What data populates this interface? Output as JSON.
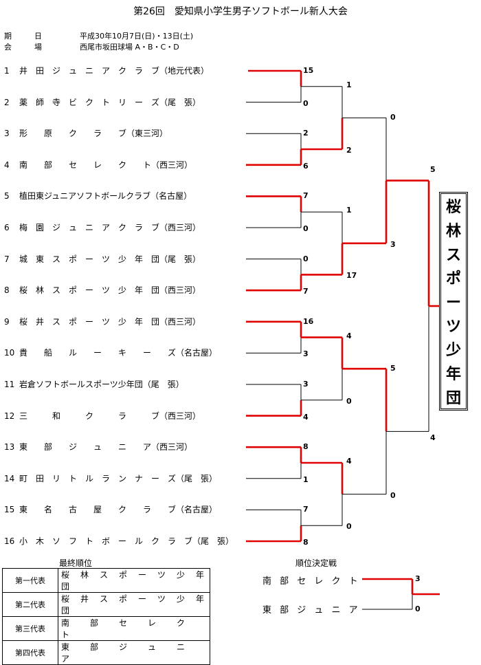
{
  "title": "第26回　愛知県小学生男子ソフトボール新人大会",
  "meta": [
    {
      "label": "期　　　日",
      "value": "平成30年10月7日(日)・13日(土)"
    },
    {
      "label": "会　　　場",
      "value": "西尾市坂田球場 A・B・C・D"
    }
  ],
  "teams": [
    {
      "num": "1",
      "name": "井　田　ジ　ュ　ニ　ア　ク　ラ　ブ（地元代表）"
    },
    {
      "num": "2",
      "name": "薬　師　寺　ビ　ク　ト　リ　ー　ズ（尾　張）"
    },
    {
      "num": "3",
      "name": "形　　原　　ク　　ラ　　ブ（東三河）"
    },
    {
      "num": "4",
      "name": "南　　部　　セ　　レ　　ク　　ト（西三河）"
    },
    {
      "num": "5",
      "name": "植田東ジュニアソフトボールクラブ（名古屋）"
    },
    {
      "num": "6",
      "name": "梅　園　ジ　ュ　ニ　ア　ク　ラ　ブ（西三河）"
    },
    {
      "num": "7",
      "name": "城　東　ス　ポ　ー　ツ　少　年　団（尾　張）"
    },
    {
      "num": "8",
      "name": "桜　林　ス　ポ　ー　ツ　少　年　団（西三河）"
    },
    {
      "num": "9",
      "name": "桜　井　ス　ポ　ー　ツ　少　年　団（西三河）"
    },
    {
      "num": "10",
      "name": "貴　　船　　ル　　ー　　キ　　ー　　ズ（名古屋）"
    },
    {
      "num": "11",
      "name": "岩倉ソフトボールスポーツ少年団（尾　張）"
    },
    {
      "num": "12",
      "name": "三　　　和　　　ク　　　ラ　　　ブ（西三河）"
    },
    {
      "num": "13",
      "name": "東　　部　　ジ　　ュ　　ニ　　ア（西三河）"
    },
    {
      "num": "14",
      "name": "町　田　リ　ト　ル　ラ　ン　ナ　ー　ズ（尾　張）"
    },
    {
      "num": "15",
      "name": "東　　名　　古　　屋　　ク　　ラ　　ブ（名古屋）"
    },
    {
      "num": "16",
      "name": "小　木　ソ　フ　ト　ボ　ー　ル　ク　ラ　ブ（尾　張）"
    }
  ],
  "round1_scores": [
    "15",
    "0",
    "2",
    "6",
    "7",
    "0",
    "0",
    "7",
    "16",
    "3",
    "3",
    "4",
    "8",
    "1",
    "7",
    "8"
  ],
  "round2_scores": [
    "1",
    "2",
    "1",
    "17",
    "4",
    "0",
    "4",
    "0"
  ],
  "round3_scores": [
    "0",
    "3",
    "5",
    "0"
  ],
  "round4_scores": [
    "5",
    "4"
  ],
  "champion": [
    "桜",
    "林",
    "ス",
    "ポ",
    "ー",
    "ツ",
    "少",
    "年",
    "団"
  ],
  "final_title": "最終順位",
  "final_rankings": [
    {
      "rank": "第一代表",
      "team": "桜　林　ス　ポ　ー　ツ　少　年　団"
    },
    {
      "rank": "第二代表",
      "team": "桜　井　ス　ポ　ー　ツ　少　年　団"
    },
    {
      "rank": "第三代表",
      "team": "南　　部　　セ　　レ　　ク　　ト"
    },
    {
      "rank": "第四代表",
      "team": "東　　部　　ジ　　ュ　　ニ　　ア"
    }
  ],
  "placement_title": "順位決定戦",
  "placement": [
    {
      "team": "南 部 セ レ ク ト",
      "score": "3"
    },
    {
      "team": "東 部 ジ ュ ニ ア",
      "score": "0"
    }
  ],
  "colors": {
    "win": "#e00000",
    "line": "#000000"
  }
}
